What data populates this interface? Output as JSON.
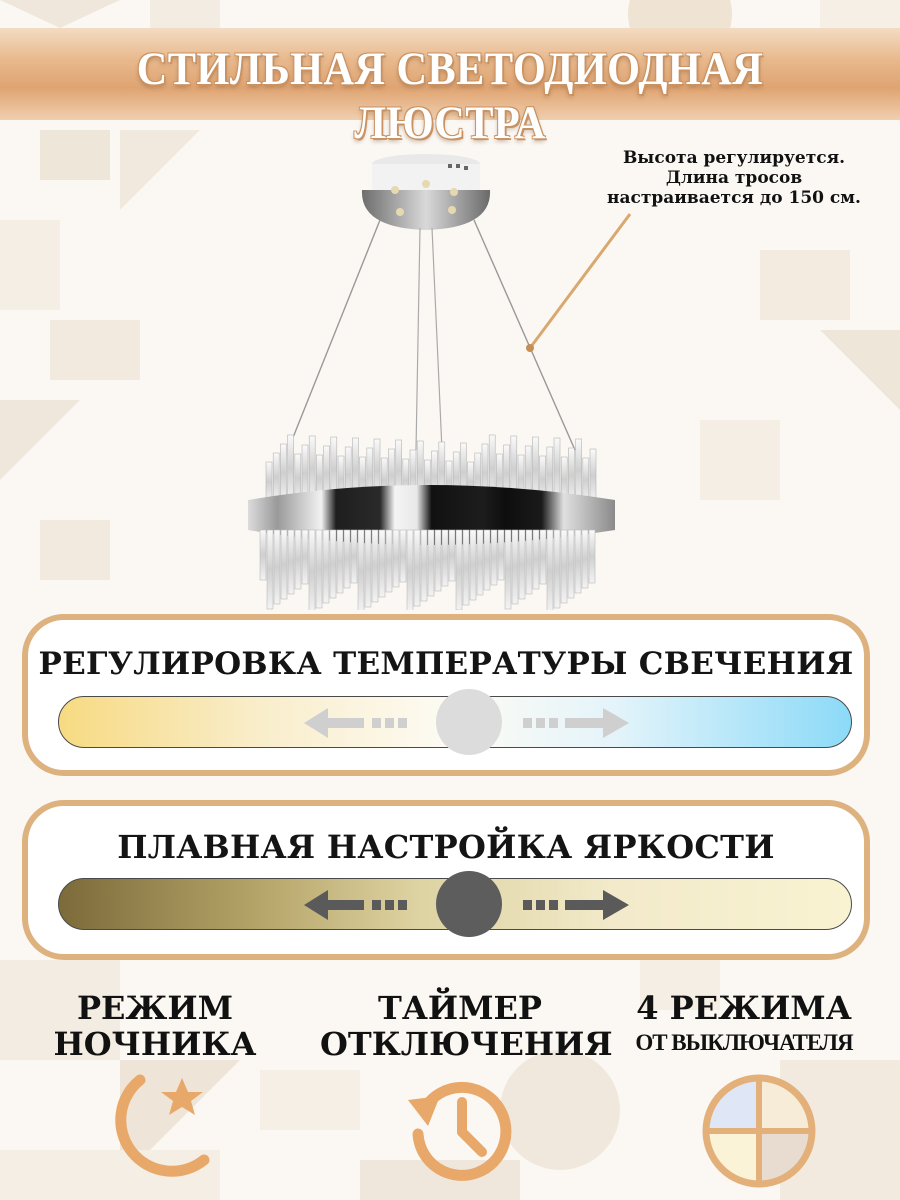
{
  "banner": {
    "title": "СТИЛЬНАЯ СВЕТОДИОДНАЯ ЛЮСТРА"
  },
  "height_note": {
    "lines": [
      "Высота регулируется.",
      "Длина тросов",
      "настраивается до 150 см."
    ]
  },
  "temperature_panel": {
    "title": "РЕГУЛИРОВКА ТЕМПЕРАТУРЫ СВЕЧЕНИЯ",
    "colors": {
      "warm": "#f7da82",
      "cold": "#8cdaf8"
    }
  },
  "brightness_panel": {
    "title": "ПЛАВНАЯ НАСТРОЙКА ЯРКОСТИ",
    "colors": {
      "dark": "#7c6b3a",
      "light": "#f9f3d2"
    }
  },
  "features": [
    {
      "line1": "РЕЖИМ",
      "line2": "НОЧНИКА",
      "icon": "moon-star-icon"
    },
    {
      "line1": "ТАЙМЕР",
      "line2": "ОТКЛЮЧЕНИЯ",
      "icon": "timer-icon"
    },
    {
      "line1": "4 РЕЖИМА",
      "line2": "ОТ ВЫКЛЮЧАТЕЛЯ",
      "icon": "four-modes-icon"
    }
  ],
  "accent_color": "#ddb27e"
}
